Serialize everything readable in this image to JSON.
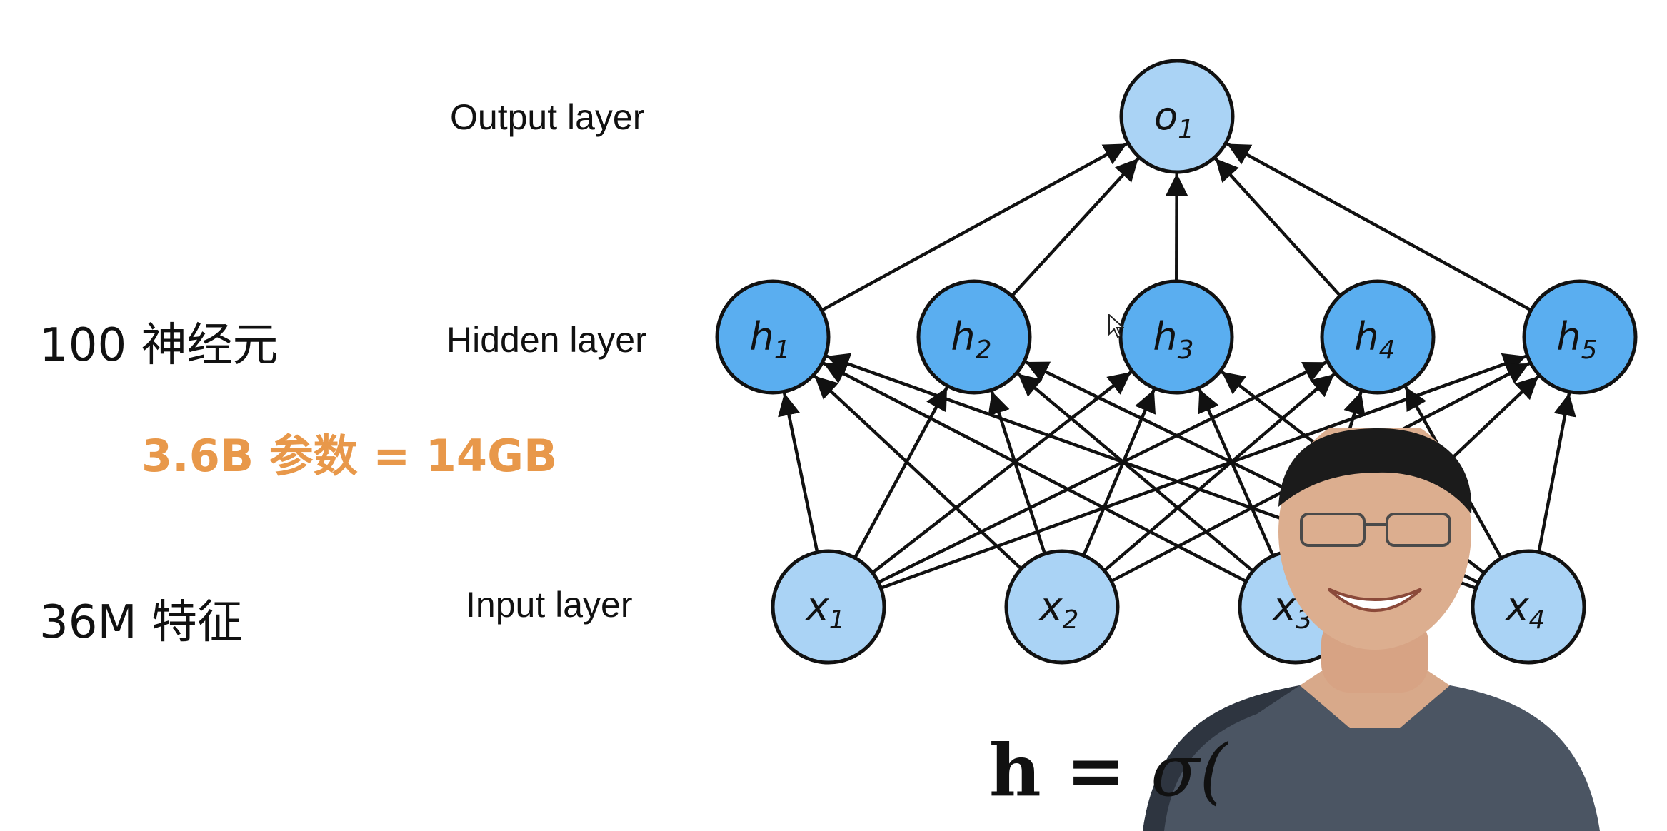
{
  "layers": {
    "output": "Output layer",
    "hidden": "Hidden layer",
    "input": "Input layer"
  },
  "notes": {
    "neurons": "100 神经元",
    "params": "3.6B 参数 = 14GB",
    "features": "36M 特征"
  },
  "nodes": {
    "output": [
      {
        "base": "o",
        "sub": "1"
      }
    ],
    "hidden": [
      {
        "base": "h",
        "sub": "1"
      },
      {
        "base": "h",
        "sub": "2"
      },
      {
        "base": "h",
        "sub": "3"
      },
      {
        "base": "h",
        "sub": "4"
      },
      {
        "base": "h",
        "sub": "5"
      }
    ],
    "input": [
      {
        "base": "x",
        "sub": "1"
      },
      {
        "base": "x",
        "sub": "2"
      },
      {
        "base": "x",
        "sub": "3"
      },
      {
        "base": "x",
        "sub": "4"
      }
    ]
  },
  "formula": {
    "lhs": "h",
    "eq": " = ",
    "rhs": "σ("
  },
  "colors": {
    "output_fill": "#aad3f5",
    "hidden_fill": "#5aaef0",
    "input_fill": "#aad3f5",
    "stroke": "#111111",
    "highlight": "#e8984a"
  }
}
